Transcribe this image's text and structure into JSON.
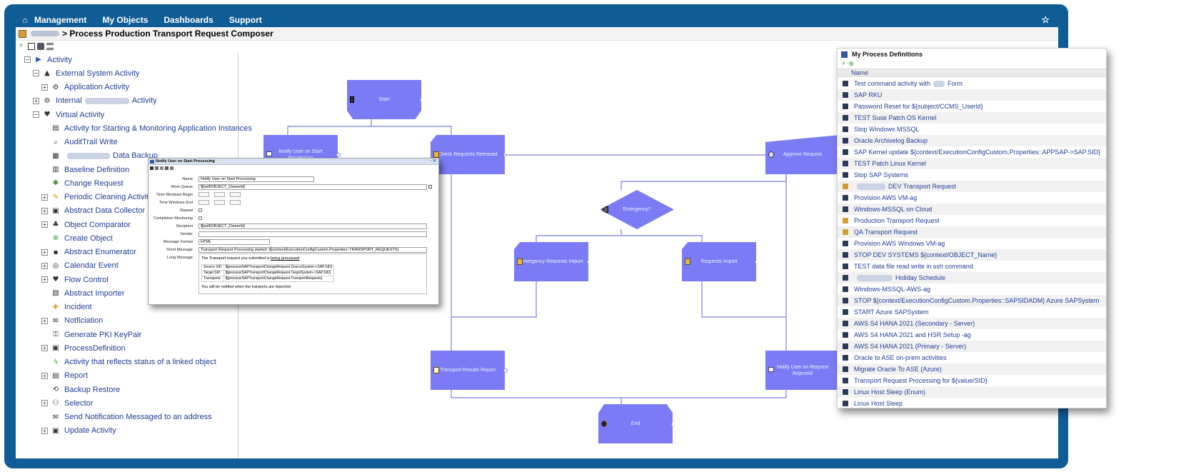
{
  "nav": {
    "menus": [
      "Management",
      "My Objects",
      "Dashboards",
      "Support"
    ]
  },
  "breadcrumb": {
    "separator": ">",
    "title": "Process Production Transport Request Composer"
  },
  "tree": [
    {
      "toggle": "minus",
      "icon": "activity-icon",
      "label": "Activity",
      "indent": 0
    },
    {
      "toggle": "minus",
      "icon": "external-system-icon",
      "label": "External System Activity",
      "indent": 1
    },
    {
      "toggle": "plus",
      "icon": "application-icon",
      "label": "Application Activity",
      "indent": 2
    },
    {
      "toggle": "plus",
      "icon": "internal-icon",
      "label": "Internal",
      "label2": "Activity",
      "blur": 62,
      "indent": 1
    },
    {
      "toggle": "minus",
      "icon": "virtual-icon",
      "label": "Virtual Activity",
      "indent": 1
    },
    {
      "toggle": "",
      "icon": "monitor-icon",
      "label": "Activity for Starting & Monitoring Application Instances",
      "indent": 2
    },
    {
      "toggle": "",
      "icon": "audit-icon",
      "label": "AuditTrail Write",
      "indent": 2
    },
    {
      "toggle": "",
      "icon": "database-icon",
      "label": "",
      "label2": "Data Backup",
      "blur": 60,
      "indent": 2
    },
    {
      "toggle": "",
      "icon": "baseline-icon",
      "label": "Baseline Definition",
      "indent": 2
    },
    {
      "toggle": "",
      "icon": "change-icon",
      "label": "Change Request",
      "indent": 2
    },
    {
      "toggle": "plus",
      "icon": "broom-icon",
      "label": "Periodic Cleaning Activity",
      "indent": 2
    },
    {
      "toggle": "plus",
      "icon": "collector-icon",
      "label": "Abstract Data Collector",
      "indent": 2
    },
    {
      "toggle": "plus",
      "icon": "comparator-icon",
      "label": "Object Comparator",
      "indent": 2
    },
    {
      "toggle": "",
      "icon": "plus-circle-icon",
      "label": "Create Object",
      "indent": 2
    },
    {
      "toggle": "plus",
      "icon": "enumerator-icon",
      "label": "Abstract Enumerator",
      "indent": 2
    },
    {
      "toggle": "plus",
      "icon": "calendar-event-icon",
      "label": "Calendar Event",
      "indent": 2
    },
    {
      "toggle": "plus",
      "icon": "flow-icon",
      "label": "Flow Control",
      "indent": 2
    },
    {
      "toggle": "",
      "icon": "importer-icon",
      "label": "Abstract Importer",
      "indent": 2
    },
    {
      "toggle": "",
      "icon": "incident-icon",
      "label": "Incident",
      "indent": 2
    },
    {
      "toggle": "plus",
      "icon": "envelope-icon",
      "label": "Notficiation",
      "indent": 2
    },
    {
      "toggle": "",
      "icon": "key-icon",
      "label": "Generate PKI KeyPair",
      "indent": 2
    },
    {
      "toggle": "plus",
      "icon": "process-icon",
      "label": "ProcessDefinition",
      "indent": 2
    },
    {
      "toggle": "",
      "icon": "lightning-icon",
      "label": "Activity that reflects status of a linked object",
      "indent": 2
    },
    {
      "toggle": "plus",
      "icon": "report-icon",
      "label": "Report",
      "indent": 2
    },
    {
      "toggle": "",
      "icon": "restore-icon",
      "label": "Backup Restore",
      "indent": 2
    },
    {
      "toggle": "plus",
      "icon": "binoculars-icon",
      "label": "Selector",
      "indent": 2
    },
    {
      "toggle": "",
      "icon": "envelope-icon",
      "label": "Send Notification Messaged to an address",
      "indent": 2
    },
    {
      "toggle": "plus",
      "icon": "floppy-icon",
      "label": "Update Activity",
      "indent": 2
    }
  ],
  "flow": {
    "nodes": [
      {
        "id": "start",
        "label": "Start"
      },
      {
        "id": "notify",
        "label": "Notify User on Start Processing"
      },
      {
        "id": "check",
        "label": "Check Requests Released"
      },
      {
        "id": "approve",
        "label": "Approve Request"
      },
      {
        "id": "emergency",
        "label": "Emergency?"
      },
      {
        "id": "emerg_import",
        "label": "Emergency Requests Import"
      },
      {
        "id": "req_import",
        "label": "Requests Import"
      },
      {
        "id": "report",
        "label": "Transport Results Report"
      },
      {
        "id": "rejected",
        "label": "Notify User on Request Rejected"
      },
      {
        "id": "end",
        "label": "End"
      }
    ],
    "color": "#7b7cf5"
  },
  "dialog": {
    "title": "Notify User on Start Processing",
    "fields": {
      "name_label": "Name",
      "name_value": "Notify User on Start Processing",
      "queue_label": "Work Queue",
      "queue_value": "$[self/OBJECT_OwnerId]",
      "twb_label": "Time Windows Begin",
      "twe_label": "Time Windows End",
      "repeat_label": "Repeat",
      "completion_label": "Completion Monitoring",
      "recipient_label": "Recipient",
      "recipient_value": "$[self/OBJECT_OwnerId]",
      "sender_label": "Sender",
      "format_label": "Message Format",
      "format_value": "HTML",
      "short_label": "Short Message",
      "short_value": "Transport Request Processing started: ${context/ExecutionConfigCustom.Properties::TRANSPORT_REQUESTS}",
      "long_label": "Long Message"
    },
    "long_message": {
      "intro": "The Transport request you submitted is",
      "intro_u": "being processed",
      "rows": [
        {
          "k": "Source SID",
          "v": "$[process/SAPTransportChangeRequest.SourceSystem->SAP.SID]"
        },
        {
          "k": "Target SID",
          "v": "$[process/SAPTransportChangeRequest.TargetSystem->SAP.SID]"
        },
        {
          "k": "Transports",
          "v": "$[process/SAPTransportChangeRequest.TransportRequests]"
        }
      ],
      "outro": "You will be notified when the tranports are imported"
    }
  },
  "defs": {
    "title": "My Process Definitions",
    "column": "Name",
    "items": [
      {
        "label": "Test command activity with",
        "blur": 16,
        "label2": "Form",
        "gold": false
      },
      {
        "label": "SAP RKU",
        "gold": false
      },
      {
        "label": "Password Reset for ${subject/CCMS_Userid}",
        "gold": false
      },
      {
        "label": "TEST Suse Patch OS Kernel",
        "gold": false
      },
      {
        "label": "Stop Windows MSSQL",
        "gold": false
      },
      {
        "label": "Oracle Archivelog Backup",
        "gold": false
      },
      {
        "label": "SAP Kernel update ${context/ExecutionConfigCustom.Properties::APPSAP->SAP.SID}",
        "gold": false
      },
      {
        "label": "TEST Patch Linux Kernel",
        "gold": false
      },
      {
        "label": "Stop SAP Systems",
        "gold": false
      },
      {
        "label": "",
        "blur": 40,
        "label2": "DEV Transport Request",
        "gold": true
      },
      {
        "label": "Provision AWS VM-ag",
        "gold": false
      },
      {
        "label": "Windows-MSSQL on Cloud",
        "gold": false
      },
      {
        "label": "Production Transport Request",
        "gold": true
      },
      {
        "label": "QA Transport Request",
        "gold": true
      },
      {
        "label": "Provision AWS Windows VM-ag",
        "gold": false
      },
      {
        "label": "STOP DEV SYSTEMS ${context/OBJECT_Name}",
        "gold": false
      },
      {
        "label": "TEST data file read write in ssh command",
        "gold": false
      },
      {
        "label": "",
        "blur": 50,
        "label2": "Holiday Schedule",
        "gold": false
      },
      {
        "label": "Windows-MSSQL-AWS-ag",
        "gold": false
      },
      {
        "label": "STOP ${context/ExecutionConfigCustom.Properties::SAPSIDADM} Azure SAPSystem",
        "gold": false
      },
      {
        "label": "START Azure SAPSystem",
        "gold": false
      },
      {
        "label": "AWS S4 HANA 2021 (Secondary - Server)",
        "gold": false
      },
      {
        "label": "AWS S4 HANA 2021 and HSR Setup -ag",
        "gold": false
      },
      {
        "label": "AWS S4 HANA 2021 (Primary - Server)",
        "gold": false
      },
      {
        "label": "Oracle to ASE on-prem activities",
        "gold": false
      },
      {
        "label": "Migrate Oracle To ASE (Azure)",
        "gold": false
      },
      {
        "label": "Transport Request Processing for ${value/SID}",
        "gold": false
      },
      {
        "label": "Linux Host Sleep (Enum)",
        "gold": false
      },
      {
        "label": "Linux Host Sleep",
        "gold": false
      }
    ]
  }
}
